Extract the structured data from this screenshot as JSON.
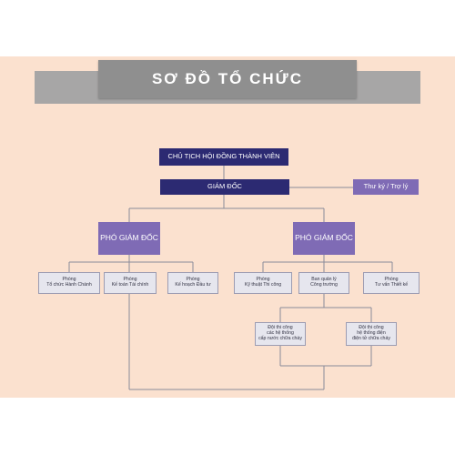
{
  "title": "SƠ ĐỒ TỔ CHỨC",
  "chairman": "CHỦ TỊCH HỘI ĐỒNG THÀNH VIÊN",
  "director": "GIÁM ĐỐC",
  "secretary": "Thư ký / Trợ lý",
  "deputy_left": "PHÓ GIÁM ĐỐC",
  "deputy_right": "PHÓ GIÁM ĐỐC",
  "dept_admin": [
    "Phòng",
    "Tổ chức  Hành Chánh"
  ],
  "dept_finance": [
    "Phòng",
    "Kế toán Tài chính"
  ],
  "dept_investment": [
    "Phòng",
    "Kế hoạch Đầu tư"
  ],
  "dept_technical": [
    "Phòng",
    "Kỹ thuật Thi công"
  ],
  "dept_site": [
    "Ban quản lý",
    "Công trường"
  ],
  "dept_design": [
    "Phòng",
    "Tư vấn Thiết kế"
  ],
  "team_water": [
    "Đội thi công",
    "các hệ thống",
    "cấp nước chữa cháy"
  ],
  "team_electric": [
    "Đội thi công",
    "hệ thống  điện",
    "điện tử chữa cháy"
  ]
}
